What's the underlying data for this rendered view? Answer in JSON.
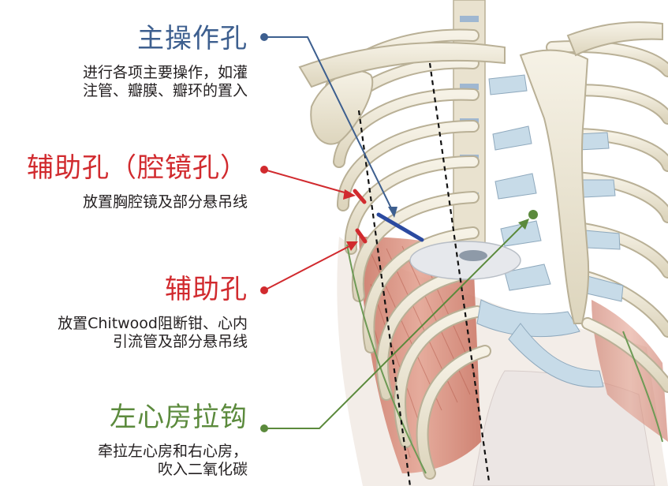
{
  "colors": {
    "main_port": "#3d5f8f",
    "assist_port": "#d12a2e",
    "la_retractor": "#5b8a3c",
    "bone": "#efeadc",
    "bone_shadow": "#b9b096",
    "cartilage": "#c7dbe8",
    "muscle": "#d98c7a",
    "dashed": "#111111"
  },
  "labels": {
    "main_port": {
      "title": "主操作孔",
      "lines": [
        "进行各项主要操作，如灌",
        "注管、瓣膜、瓣环的置入"
      ]
    },
    "assist_port_scope": {
      "title": "辅助孔（腔镜孔）",
      "lines": [
        "放置胸腔镜及部分悬吊线"
      ]
    },
    "assist_port": {
      "title": "辅助孔",
      "lines": [
        "放置Chitwood阻断钳、心内",
        "引流管及部分悬吊线"
      ]
    },
    "la_retractor": {
      "title": "左心房拉钩",
      "lines": [
        "牵拉左心房和右心房，",
        "吹入二氧化碳"
      ]
    }
  }
}
